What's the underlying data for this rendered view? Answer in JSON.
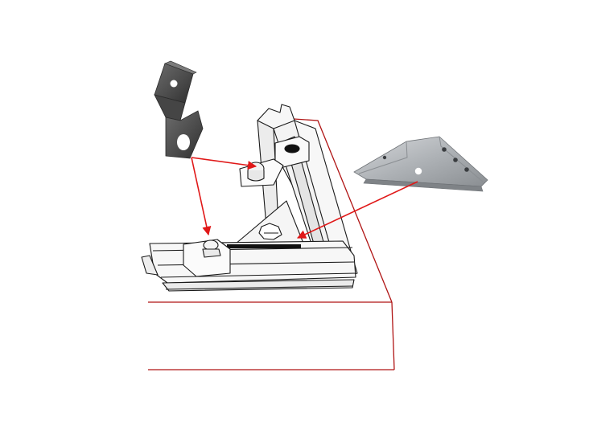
{
  "diagram": {
    "colors": {
      "background": "#ffffff",
      "outline": "#1a1a1a",
      "frame_line": "#b01515",
      "arrow": "#e01818",
      "dark_bracket": "#5a5a5a",
      "dark_bracket_shade": "#3b3b3b",
      "light_bracket": "#b9bcc0",
      "light_bracket_shade": "#8e9296",
      "rail_fill": "#f7f7f7",
      "rail_shade": "#e6e6e6",
      "strip": "#111111"
    },
    "parts": [
      {
        "id": "dark-z-bracket",
        "icon": "z-bracket-icon"
      },
      {
        "id": "silver-corner-bracket",
        "icon": "corner-plate-icon"
      },
      {
        "id": "corner-rail-assembly",
        "icon": "rail-icon"
      },
      {
        "id": "window-frame",
        "icon": "frame-outline-icon"
      }
    ],
    "arrows": [
      {
        "id": "arrow-z-to-upper-stud",
        "from": "dark-z-bracket",
        "to": "upper-stud"
      },
      {
        "id": "arrow-z-to-lower-stud",
        "from": "dark-z-bracket",
        "to": "lower-stud"
      },
      {
        "id": "arrow-plate-to-corner",
        "from": "silver-corner-bracket",
        "to": "corner-gusset"
      }
    ]
  }
}
